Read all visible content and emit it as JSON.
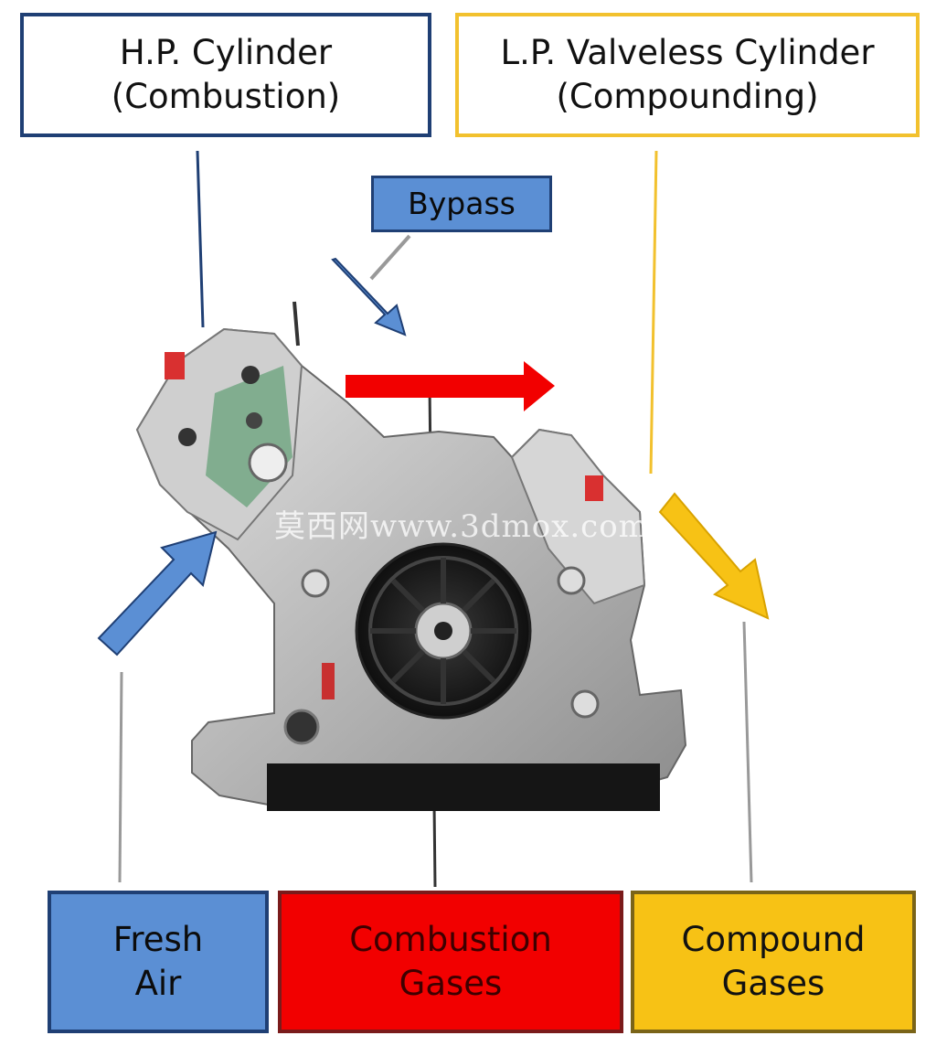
{
  "labels": {
    "hp_line1": "H.P. Cylinder",
    "hp_line2": "(Combustion)",
    "lp_line1": "L.P. Valveless Cylinder",
    "lp_line2": "(Compounding)",
    "bypass": "Bypass"
  },
  "legend": {
    "fresh_air_line1": "Fresh",
    "fresh_air_line2": "Air",
    "combustion_line1": "Combustion",
    "combustion_line2": "Gases",
    "compound_line1": "Compound",
    "compound_line2": "Gases"
  },
  "watermark": "莫西网www.3dmox.com",
  "colors": {
    "fresh_air": "#5b8fd4",
    "combustion": "#f20000",
    "compound": "#f7c215",
    "hp_border": "#1f3f74",
    "lp_border": "#f2c12e"
  },
  "icons": {
    "engine": "engine-block-illustration"
  }
}
